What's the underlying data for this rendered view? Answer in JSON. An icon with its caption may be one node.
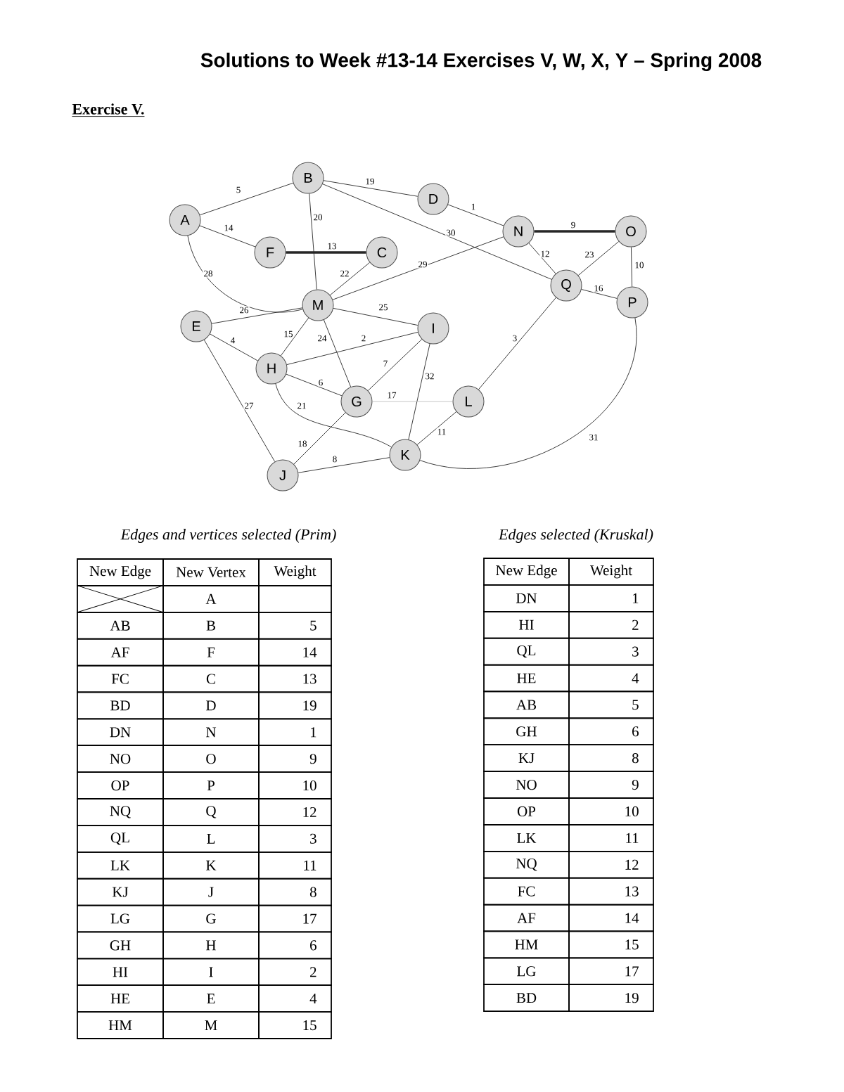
{
  "diagram": {
    "title": "Solutions to Week #13-14 Exercises V, W, X, Y – Spring 2008",
    "nodes": [
      {
        "text": [
          "B"
        ]
      },
      {
        "text": [
          "D"
        ]
      },
      {
        "text": [
          "A"
        ]
      },
      {
        "text": [
          "N"
        ]
      },
      {
        "text": [
          "O"
        ]
      },
      {
        "text": [
          "F"
        ]
      },
      {
        "text": [
          "C"
        ]
      },
      {
        "text": [
          "Q"
        ]
      },
      {
        "text": [
          "P"
        ]
      },
      {
        "text": [
          "M"
        ]
      },
      {
        "text": [
          "E"
        ]
      },
      {
        "text": [
          "I"
        ]
      },
      {
        "text": [
          "H"
        ]
      },
      {
        "text": [
          "G"
        ]
      },
      {
        "text": [
          "L"
        ]
      },
      {
        "text": [
          "K"
        ]
      },
      {
        "text": [
          "J"
        ]
      }
    ],
    "edges": [
      {
        "from": 2,
        "to": 0,
        "arrow": "none",
        "label": "5"
      },
      {
        "from": 0,
        "to": 1,
        "arrow": "none",
        "label": "19"
      },
      {
        "from": 1,
        "to": 3,
        "arrow": "none",
        "label": "1"
      },
      {
        "from": 3,
        "to": 4,
        "arrow": "none",
        "label": "9",
        "style": "thick"
      },
      {
        "from": 4,
        "to": 8,
        "arrow": "none",
        "label": "10"
      },
      {
        "from": 0,
        "to": 9,
        "arrow": "none",
        "label": "20"
      },
      {
        "from": 0,
        "to": 7,
        "arrow": "none",
        "label": "30"
      },
      {
        "from": 2,
        "to": 5,
        "arrow": "none",
        "label": "14"
      },
      {
        "from": 5,
        "to": 6,
        "arrow": "none",
        "label": "13",
        "style": "thick"
      },
      {
        "from": 2,
        "to": 9,
        "arrow": "none",
        "label": "28"
      },
      {
        "from": 6,
        "to": 9,
        "arrow": "none",
        "label": "22"
      },
      {
        "from": 9,
        "to": 3,
        "arrow": "none",
        "label": "29"
      },
      {
        "from": 3,
        "to": 7,
        "arrow": "none",
        "label": "12"
      },
      {
        "from": 4,
        "to": 7,
        "arrow": "none",
        "label": "23"
      },
      {
        "from": 7,
        "to": 8,
        "arrow": "none",
        "label": "16"
      },
      {
        "from": 10,
        "to": 9,
        "arrow": "none",
        "label": "26"
      },
      {
        "from": 9,
        "to": 11,
        "arrow": "none",
        "label": "25"
      },
      {
        "from": 10,
        "to": 12,
        "arrow": "none",
        "label": "4"
      },
      {
        "from": 9,
        "to": 12,
        "arrow": "none",
        "label": "15"
      },
      {
        "from": 9,
        "to": 13,
        "arrow": "none",
        "label": "24"
      },
      {
        "from": 12,
        "to": 11,
        "arrow": "none",
        "label": "2"
      },
      {
        "from": 12,
        "to": 13,
        "arrow": "none",
        "label": "6"
      },
      {
        "from": 13,
        "to": 11,
        "arrow": "none",
        "label": "7"
      },
      {
        "from": 11,
        "to": 15,
        "arrow": "none",
        "label": "32"
      },
      {
        "from": 7,
        "to": 14,
        "arrow": "none",
        "label": "3"
      },
      {
        "from": 13,
        "to": 14,
        "arrow": "none",
        "label": "17",
        "color": "#c0c0c0"
      },
      {
        "from": 10,
        "to": 16,
        "arrow": "none",
        "label": "27"
      },
      {
        "from": 12,
        "to": 15,
        "arrow": "none",
        "label": "21"
      },
      {
        "from": 13,
        "to": 16,
        "arrow": "none",
        "label": "18"
      },
      {
        "from": 14,
        "to": 15,
        "arrow": "none",
        "label": "11"
      },
      {
        "from": 16,
        "to": 15,
        "arrow": "none",
        "label": "8"
      },
      {
        "from": 15,
        "to": 8,
        "arrow": "none",
        "label": "31"
      }
    ],
    "labels": [
      "Exercise V.",
      "Edges and vertices selected (Prim)",
      "New Edge",
      "New Vertex",
      "Weight",
      "A",
      "AB",
      "B",
      "5",
      "AF",
      "F",
      "14",
      "FC",
      "C",
      "13",
      "BD",
      "D",
      "19",
      "DN",
      "N",
      "1",
      "NO",
      "O",
      "9",
      "OP",
      "P",
      "10",
      "NQ",
      "Q",
      "12",
      "QL",
      "L",
      "3",
      "LK",
      "K",
      "11",
      "KJ",
      "J",
      "8",
      "LG",
      "G",
      "17",
      "GH",
      "H",
      "6",
      "HI",
      "I",
      "2",
      "HE",
      "E",
      "4",
      "HM",
      "M",
      "15",
      "Edges selected (Kruskal)",
      "New Edge",
      "Weight",
      "DN",
      "1",
      "HI",
      "2",
      "QL",
      "3",
      "HE",
      "4",
      "AB",
      "5",
      "GH",
      "6",
      "KJ",
      "8",
      "NO",
      "9",
      "OP",
      "10",
      "LK",
      "11",
      "NQ",
      "12",
      "FC",
      "13",
      "AF",
      "14",
      "HM",
      "15",
      "LG",
      "17",
      "BD",
      "19"
    ]
  }
}
